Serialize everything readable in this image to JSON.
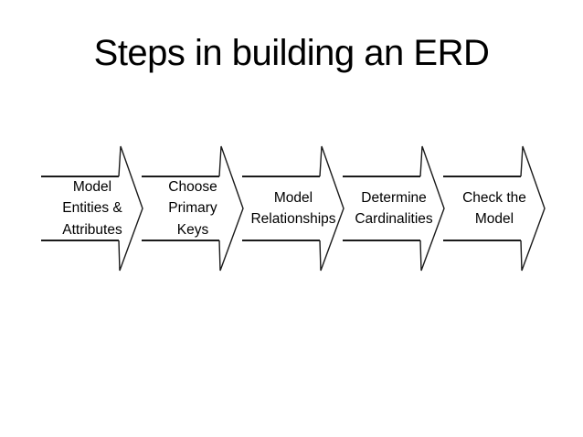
{
  "slide": {
    "title": "Steps in building an ERD",
    "background_color": "#ffffff",
    "text_color": "#000000",
    "outline_color": "#1a1a1a"
  },
  "diagram": {
    "type": "horizontal-process-arrows",
    "direction": "left-to-right",
    "step_count": 5,
    "steps": [
      {
        "label": "Model Entities & Attributes",
        "lines": [
          "Model",
          "Entities &",
          "Attributes"
        ]
      },
      {
        "label": "Choose Primary Keys",
        "lines": [
          "Choose",
          "Primary",
          "Keys"
        ]
      },
      {
        "label": "Model Relationships",
        "lines": [
          "Model",
          "Relationships"
        ]
      },
      {
        "label": "Determine Cardinalities",
        "lines": [
          "Determine",
          "Cardinalities"
        ]
      },
      {
        "label": "Check the Model",
        "lines": [
          "Check the",
          "Model"
        ]
      }
    ]
  }
}
